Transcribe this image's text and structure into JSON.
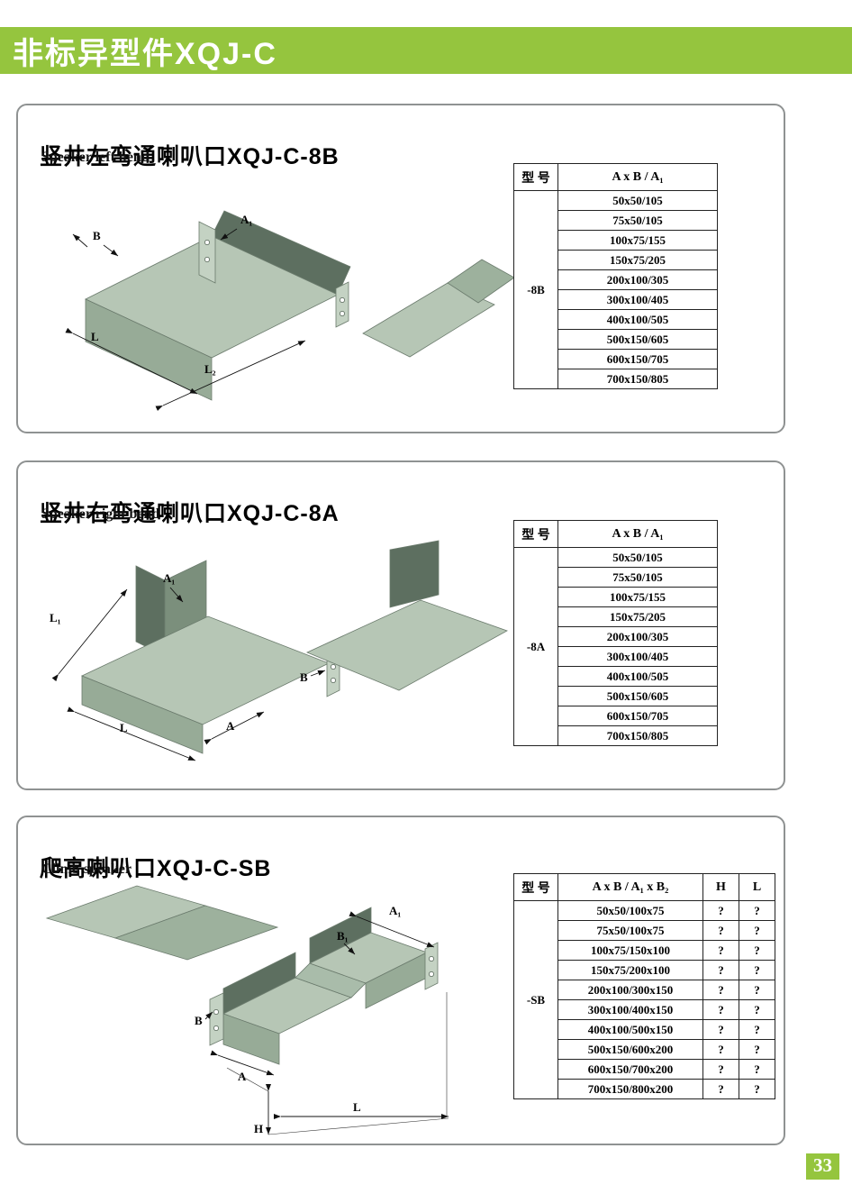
{
  "page": {
    "header_title": "非标异型件XQJ-C",
    "page_number": "33",
    "accent_color": "#95c53e"
  },
  "sections": [
    {
      "title": "竖井左弯通喇叭口XQJ-C-8B",
      "subtitle": "Speaker left bend",
      "diagram_labels": {
        "b": "B",
        "a1": "A₁",
        "l": "L",
        "l2": "L₂"
      },
      "table": {
        "col_model": "型 号",
        "col_spec": "A x B / A₁",
        "model": "-8B",
        "rows": [
          "50x50/105",
          "75x50/105",
          "100x75/155",
          "150x75/205",
          "200x100/305",
          "300x100/405",
          "400x100/505",
          "500x150/605",
          "600x150/705",
          "700x150/805"
        ]
      }
    },
    {
      "title": "竖井右弯通喇叭口XQJ-C-8A",
      "subtitle": "Speaker right bend",
      "diagram_labels": {
        "a1": "A₁",
        "l1": "L₁",
        "b": "B",
        "l": "L",
        "a": "A"
      },
      "table": {
        "col_model": "型 号",
        "col_spec": "A x B / A₁",
        "model": "-8A",
        "rows": [
          "50x50/105",
          "75x50/105",
          "100x75/155",
          "150x75/205",
          "200x100/305",
          "300x100/405",
          "400x100/505",
          "500x150/605",
          "600x150/705",
          "700x150/805"
        ]
      }
    },
    {
      "title": "爬高喇叭口XQJ-C-SB",
      "subtitle": "Climb speaker",
      "diagram_labels": {
        "a1": "A₁",
        "b1": "B₁",
        "b": "B",
        "a": "A",
        "h": "H",
        "l": "L"
      },
      "table": {
        "col_model": "型 号",
        "col_spec": "A x B / A₁ x B₂",
        "col_h": "H",
        "col_l": "L",
        "model": "-SB",
        "rows": [
          [
            "50x50/100x75",
            "?",
            "?"
          ],
          [
            "75x50/100x75",
            "?",
            "?"
          ],
          [
            "100x75/150x100",
            "?",
            "?"
          ],
          [
            "150x75/200x100",
            "?",
            "?"
          ],
          [
            "200x100/300x150",
            "?",
            "?"
          ],
          [
            "300x100/400x150",
            "?",
            "?"
          ],
          [
            "400x100/500x150",
            "?",
            "?"
          ],
          [
            "500x150/600x200",
            "?",
            "?"
          ],
          [
            "600x150/700x200",
            "?",
            "?"
          ],
          [
            "700x150/800x200",
            "?",
            "?"
          ]
        ]
      }
    }
  ]
}
